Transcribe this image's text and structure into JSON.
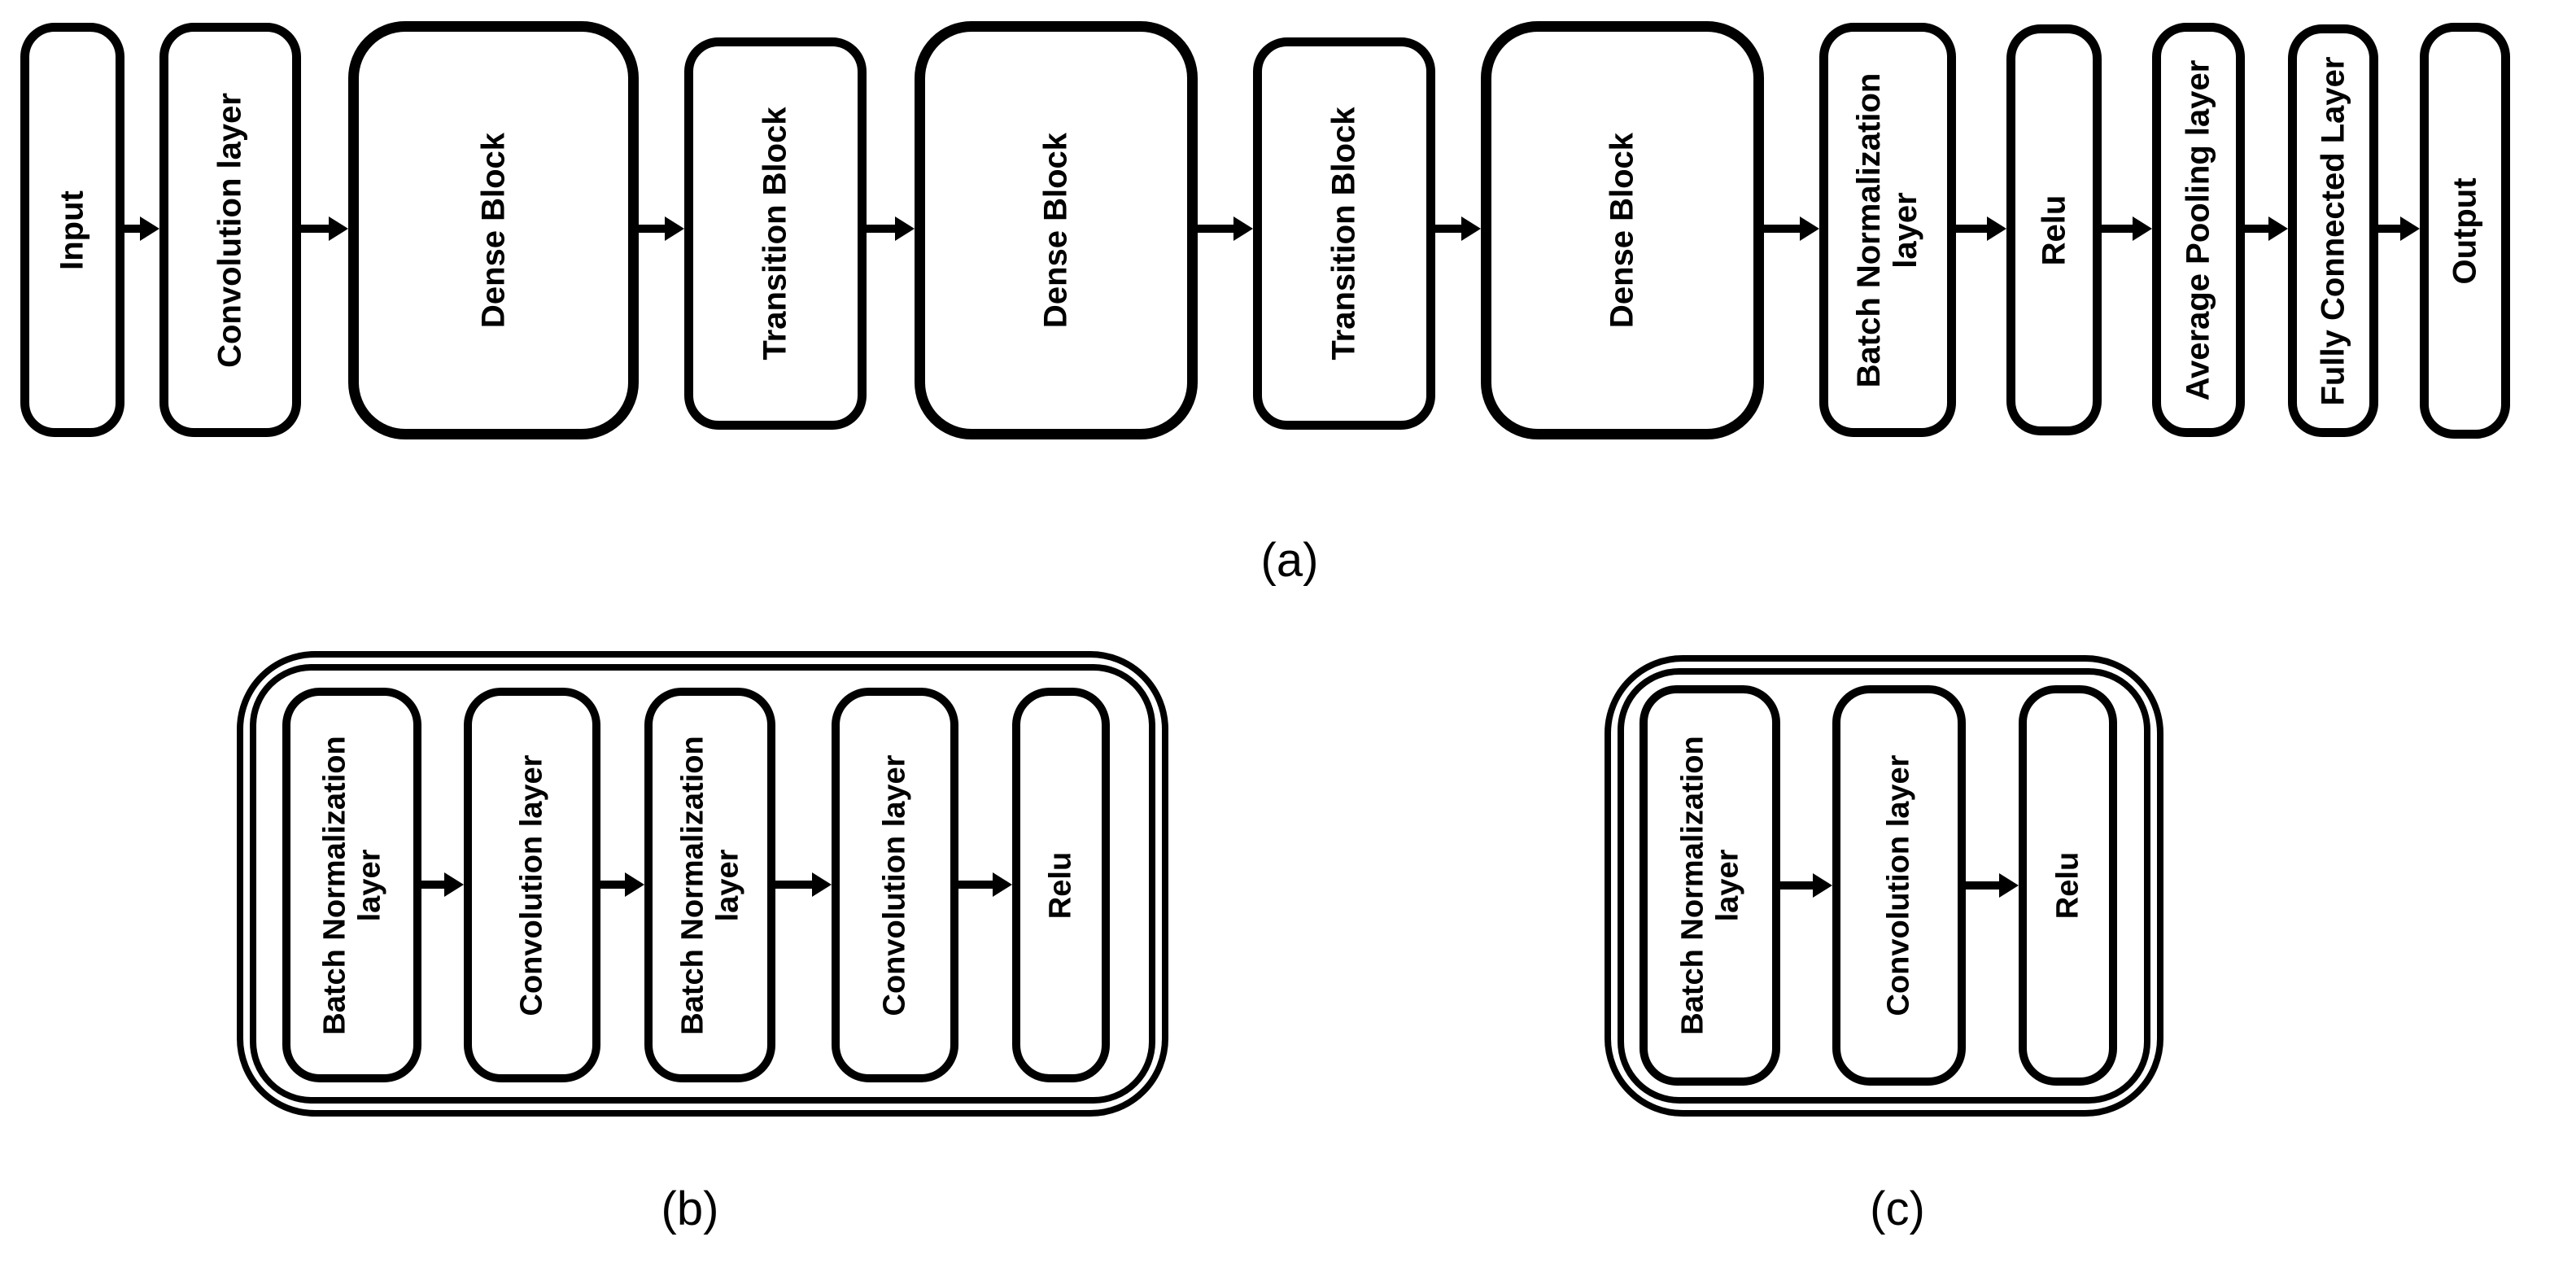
{
  "colors": {
    "stroke": "#000000",
    "background": "#ffffff"
  },
  "captions": {
    "a": "(a)",
    "b": "(b)",
    "c": "(c)"
  },
  "flow_a": {
    "nodes": [
      {
        "label": "Input"
      },
      {
        "label": "Convolution layer"
      },
      {
        "label": "Dense Block"
      },
      {
        "label": "Transition Block"
      },
      {
        "label": "Dense Block"
      },
      {
        "label": "Transition Block"
      },
      {
        "label": "Dense Block"
      },
      {
        "label": "Batch Normalization\nlayer"
      },
      {
        "label": "Relu"
      },
      {
        "label": "Average Pooling layer"
      },
      {
        "label": "Fully Connected Layer"
      },
      {
        "label": "Output"
      }
    ]
  },
  "flow_b": {
    "nodes": [
      {
        "label": "Batch Normalization\nlayer"
      },
      {
        "label": "Convolution layer"
      },
      {
        "label": "Batch Normalization\nlayer"
      },
      {
        "label": "Convolution layer"
      },
      {
        "label": "Relu"
      }
    ]
  },
  "flow_c": {
    "nodes": [
      {
        "label": "Batch Normalization\nlayer"
      },
      {
        "label": "Convolution layer"
      },
      {
        "label": "Relu"
      }
    ]
  }
}
